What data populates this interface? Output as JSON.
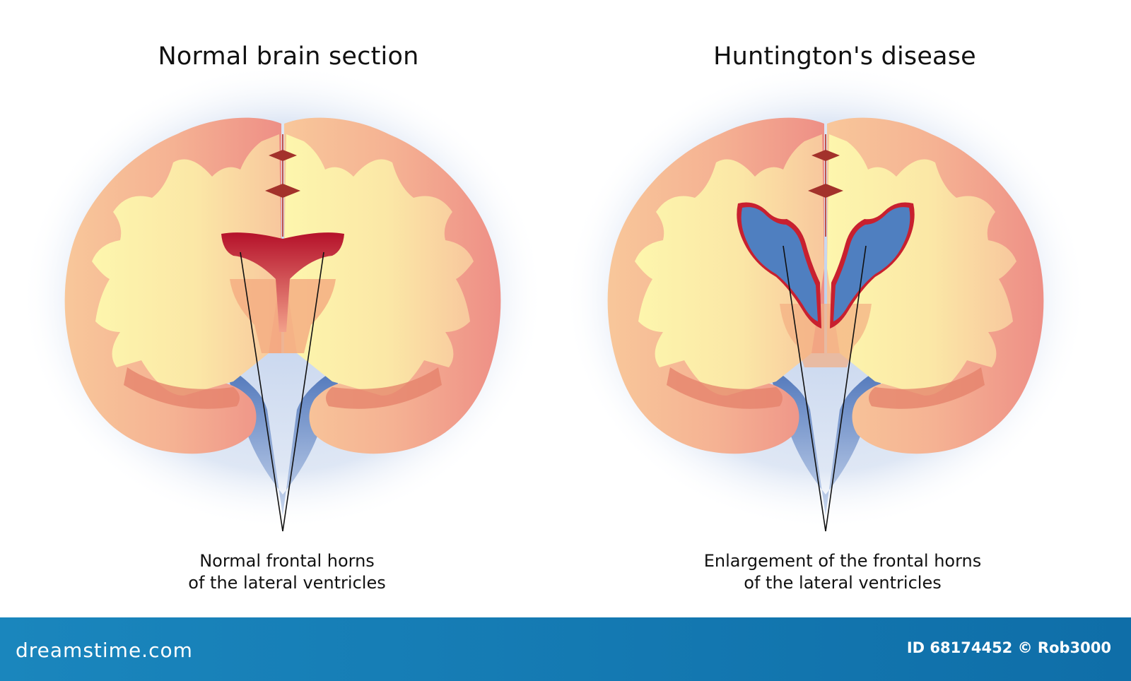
{
  "panels": [
    {
      "title": "Normal brain section",
      "caption_line1": "Normal frontal horns",
      "caption_line2": "of the lateral ventricles"
    },
    {
      "title": "Huntington's disease",
      "caption_line1": "Enlargement of the frontal horns",
      "caption_line2": "of the lateral ventricles"
    }
  ],
  "footer": {
    "logo": "dreamstime.com",
    "id_text": "ID 68174452 © Rob3000"
  },
  "colors": {
    "cortex": "#f2a28f",
    "white_matter": "#fcefa5",
    "ventricle_normal": "#c0182d",
    "ventricle_enlarged": "#4f7fc0",
    "glow": "#c9d7ee",
    "footer": "#1577b1"
  }
}
